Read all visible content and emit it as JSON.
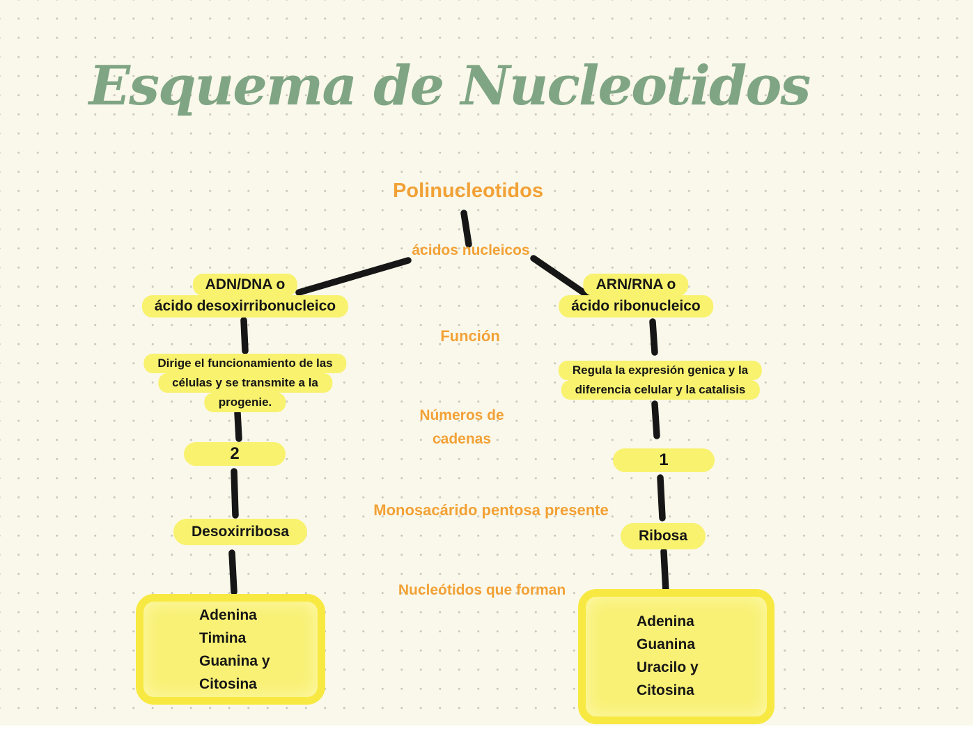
{
  "page": {
    "title": "Esquema de Nucleotidos"
  },
  "diagram": {
    "root": "Polinucleotidos",
    "subroot": "ácidos nucleicos",
    "center_labels": {
      "function": "Función",
      "chains_line1": "Números de",
      "chains_line2": "cadenas",
      "sugar": "Monosacárido pentosa presente",
      "nucleotides": "Nucleótidos que forman"
    },
    "dna": {
      "name_line1": "ADN/DNA o",
      "name_line2": "ácido desoxirribonucleico",
      "function_lines": [
        "Dirige el funcionamiento de las",
        "células y se transmite a la",
        "progenie."
      ],
      "chains": "2",
      "sugar": "Desoxirribosa",
      "bases": [
        "Adenina",
        "Timina",
        "Guanina y",
        "Citosina"
      ]
    },
    "rna": {
      "name_line1": "ARN/RNA o",
      "name_line2": "ácido ribonucleico",
      "function_lines": [
        "Regula la expresión genica y la",
        "diferencia celular y la catalisis"
      ],
      "chains": "1",
      "sugar": "Ribosa",
      "bases": [
        "Adenina",
        "Guanina",
        "Uracilo y",
        "Citosina"
      ]
    },
    "colors": {
      "title_green": "#7FA584",
      "accent_orange": "#F2A136",
      "highlight_yellow": "#F8F26E",
      "box_yellow": "#F9F175",
      "box_border_yellow": "#F7E942",
      "connector_black": "#161616",
      "background_cream": "#FAF8EA"
    }
  }
}
